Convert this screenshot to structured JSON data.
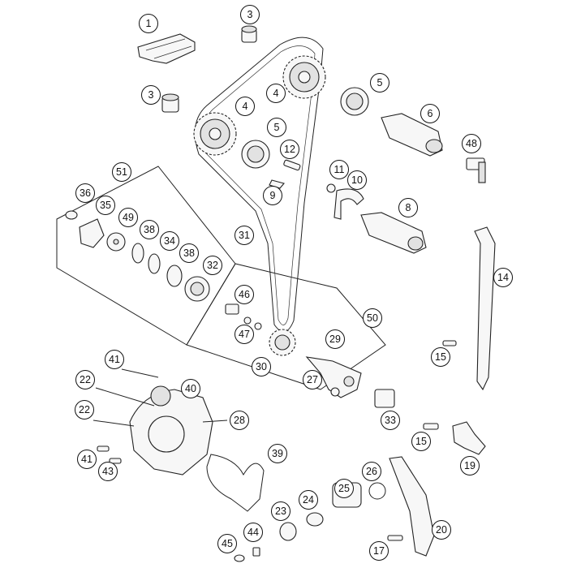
{
  "callouts": [
    {
      "label": "1"
    },
    {
      "label": "3"
    },
    {
      "label": "3"
    },
    {
      "label": "4"
    },
    {
      "label": "4"
    },
    {
      "label": "5"
    },
    {
      "label": "5"
    },
    {
      "label": "6"
    },
    {
      "label": "48"
    },
    {
      "label": "12"
    },
    {
      "label": "11"
    },
    {
      "label": "10"
    },
    {
      "label": "9"
    },
    {
      "label": "51"
    },
    {
      "label": "36"
    },
    {
      "label": "35"
    },
    {
      "label": "49"
    },
    {
      "label": "38"
    },
    {
      "label": "34"
    },
    {
      "label": "38"
    },
    {
      "label": "32"
    },
    {
      "label": "31"
    },
    {
      "label": "8"
    },
    {
      "label": "14"
    },
    {
      "label": "46"
    },
    {
      "label": "47"
    },
    {
      "label": "50"
    },
    {
      "label": "29"
    },
    {
      "label": "30"
    },
    {
      "label": "27"
    },
    {
      "label": "15"
    },
    {
      "label": "41"
    },
    {
      "label": "22"
    },
    {
      "label": "40"
    },
    {
      "label": "22"
    },
    {
      "label": "28"
    },
    {
      "label": "33"
    },
    {
      "label": "15"
    },
    {
      "label": "19"
    },
    {
      "label": "41"
    },
    {
      "label": "43"
    },
    {
      "label": "39"
    },
    {
      "label": "26"
    },
    {
      "label": "24"
    },
    {
      "label": "25"
    },
    {
      "label": "23"
    },
    {
      "label": "20"
    },
    {
      "label": "45"
    },
    {
      "label": "44"
    },
    {
      "label": "17"
    }
  ]
}
